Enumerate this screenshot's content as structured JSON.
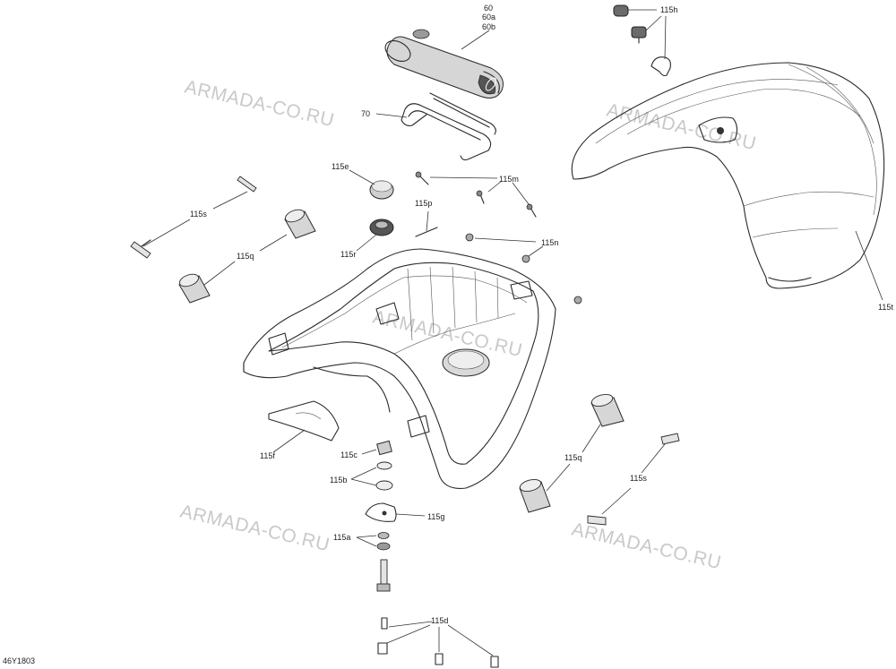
{
  "watermark": "ARMADA-CO.RU",
  "figure_code": "46Y1803",
  "callouts": {
    "c60": "60",
    "c60a": "60a",
    "c60b": "60b",
    "c70": "70",
    "c115h": "115h",
    "c115e": "115e",
    "c115m": "115m",
    "c115s_left": "115s",
    "c115p": "115p",
    "c115n": "115n",
    "c115q_left": "115q",
    "c115r": "115r",
    "c115t": "115t",
    "c115f": "115f",
    "c115c": "115c",
    "c115b": "115b",
    "c115q_right": "115q",
    "c115s_right": "115s",
    "c115g": "115g",
    "c115a": "115a",
    "c115d": "115d"
  }
}
